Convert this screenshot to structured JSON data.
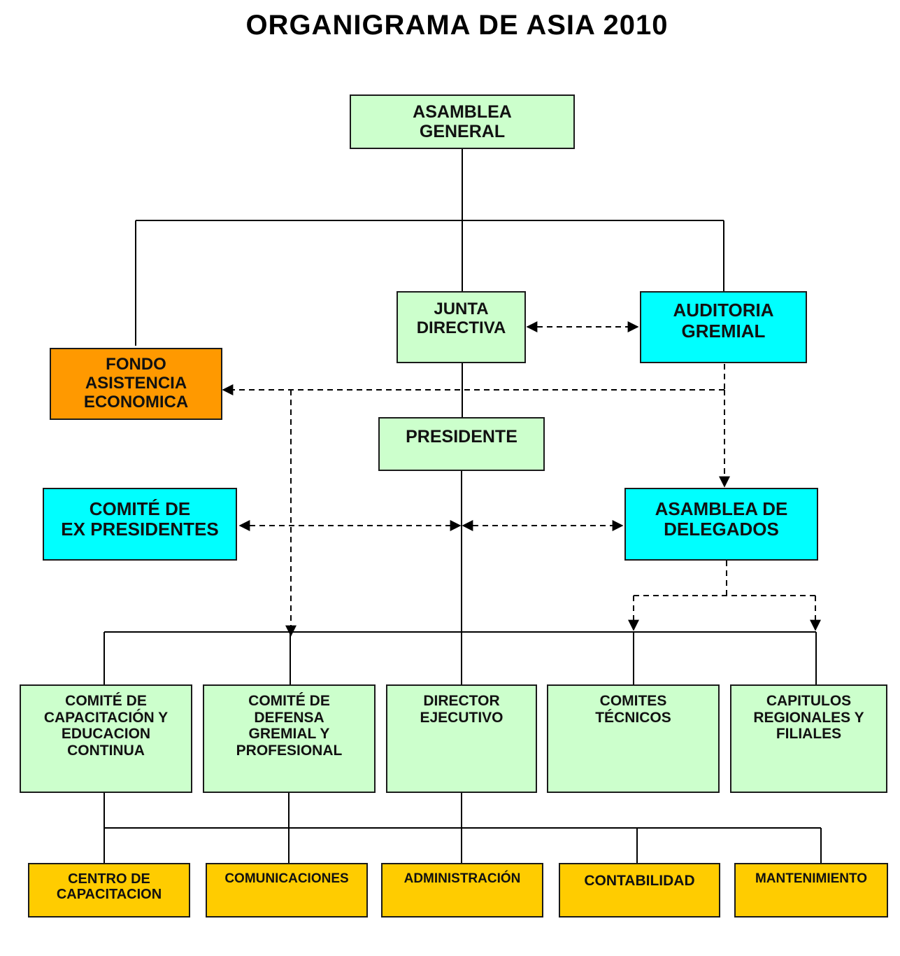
{
  "title": "ORGANIGRAMA DE ASIA 2010",
  "colors": {
    "green": "#ccffcc",
    "cyan": "#00ffff",
    "orange": "#ff9900",
    "yellow": "#ffcc00"
  },
  "nodes": {
    "asamblea_general": "ASAMBLEA\nGENERAL",
    "junta_directiva": "JUNTA\nDIRECTIVA",
    "auditoria_gremial": "AUDITORIA\nGREMIAL",
    "fondo_asistencia": "FONDO\nASISTENCIA\nECONOMICA",
    "presidente": "PRESIDENTE",
    "comite_ex_presidentes": "COMITÉ DE\nEX PRESIDENTES",
    "asamblea_delegados": "ASAMBLEA DE\nDELEGADOS",
    "comite_capacitacion": "COMITÉ DE\nCAPACITACIÓN Y\nEDUCACION\nCONTINUA",
    "comite_defensa": "COMITÉ DE\nDEFENSA\nGREMIAL Y\nPROFESIONAL",
    "director_ejecutivo": "DIRECTOR\nEJECUTIVO",
    "comites_tecnicos": "COMITES\nTÉCNICOS",
    "capitulos_regionales": "CAPITULOS\nREGIONALES Y\nFILIALES",
    "centro_capacitacion": "CENTRO DE\nCAPACITACION",
    "comunicaciones": "COMUNICACIONES",
    "administracion": "ADMINISTRACIÓN",
    "contabilidad": "CONTABILIDAD",
    "mantenimiento": "MANTENIMIENTO"
  }
}
